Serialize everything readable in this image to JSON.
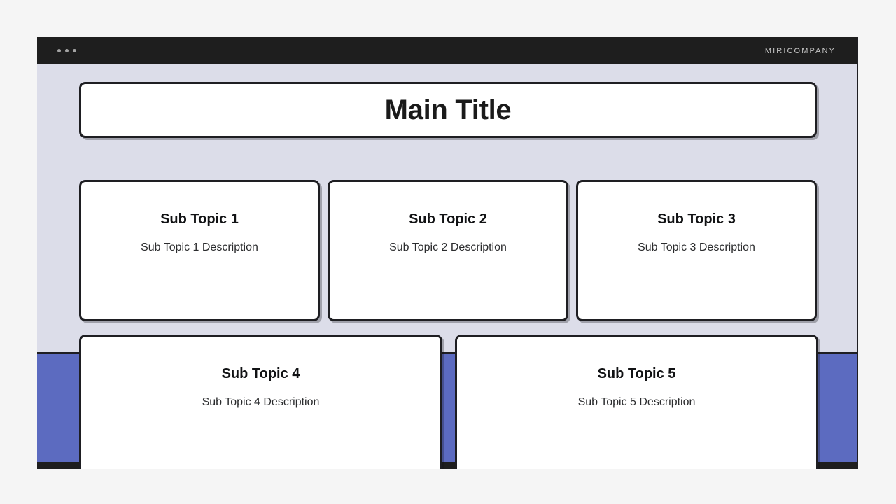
{
  "window": {
    "brand": "MIRICOMPANY",
    "window_dots": [
      "dot-1",
      "dot-2",
      "dot-3"
    ]
  },
  "slide": {
    "main_title": "Main Title",
    "cards": [
      {
        "title": "Sub Topic 1",
        "description": "Sub Topic 1 Description"
      },
      {
        "title": "Sub Topic 2",
        "description": "Sub Topic 2 Description"
      },
      {
        "title": "Sub Topic 3",
        "description": "Sub Topic 3 Description"
      },
      {
        "title": "Sub Topic 4",
        "description": "Sub Topic 4 Description"
      },
      {
        "title": "Sub Topic 5",
        "description": "Sub Topic 5 Description"
      }
    ]
  },
  "colors": {
    "page_background": "#f5f5f5",
    "titlebar": "#1e1e1e",
    "slide_background": "#dcdde9",
    "accent_band": "#5c6bc0",
    "border": "#1e1e22",
    "card_background": "#ffffff",
    "brand_text": "#c9c9c9"
  }
}
